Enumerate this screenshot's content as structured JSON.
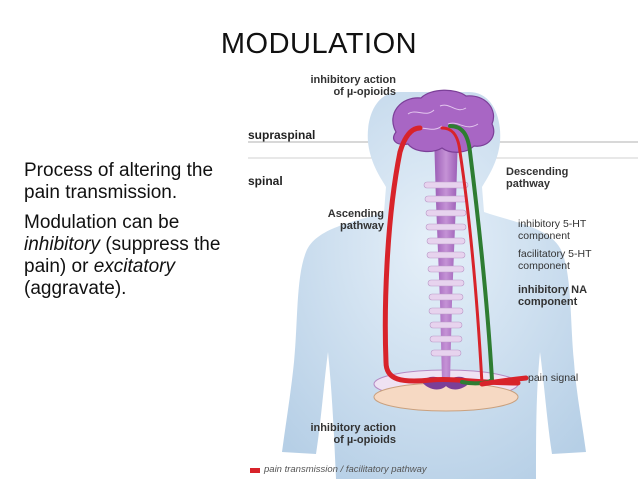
{
  "slide": {
    "title": "MODULATION",
    "text": {
      "p1": "Process of altering the pain transmission.",
      "p2_a": "Modulation can be ",
      "p2_b": "inhibitory",
      "p2_c": " (suppress the pain) or ",
      "p2_d": "excitatory",
      "p2_e": " (aggravate)."
    }
  },
  "figure": {
    "labels": {
      "top_action": "inhibitory action of µ-opioids",
      "supraspinal": "supraspinal",
      "spinal": "spinal",
      "descending": "Descending pathway",
      "ascending": "Ascending pathway",
      "inh_5ht": "inhibitory 5-HT component",
      "fac_5ht": "facilitatory 5-HT component",
      "inh_na": "inhibitory NA component",
      "pain_signal": "pain signal",
      "bottom_action": "inhibitory action of µ-opioids",
      "legend": "pain transmission / facilitatory pathway"
    },
    "colors": {
      "red": "#d8232a",
      "green": "#2e7d32",
      "purple": "#8e4fa8",
      "body": "#c9ddef"
    }
  }
}
